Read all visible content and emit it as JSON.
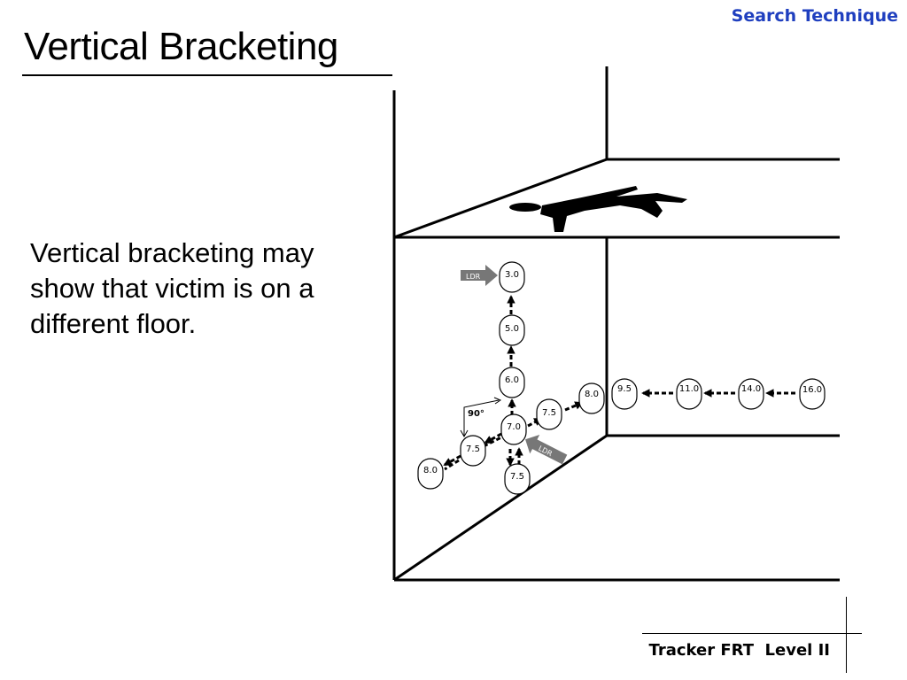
{
  "header": {
    "section_label": "Search Technique"
  },
  "slide": {
    "title": "Vertical Bracketing",
    "body": "Vertical bracketing may show that victim is on a different floor."
  },
  "diagram": {
    "readings": [
      "3.0",
      "5.0",
      "6.0",
      "7.0",
      "7.5",
      "8.0",
      "7.5",
      "7.5",
      "8.0",
      "9.5",
      "11.0",
      "14.0",
      "16.0"
    ],
    "ldr_label": "LDR",
    "angle_label": "90°",
    "icons": [
      "victim-silhouette-icon",
      "ldr-arrow-icon"
    ]
  },
  "footer": {
    "text": "Tracker FRT  Level II"
  }
}
